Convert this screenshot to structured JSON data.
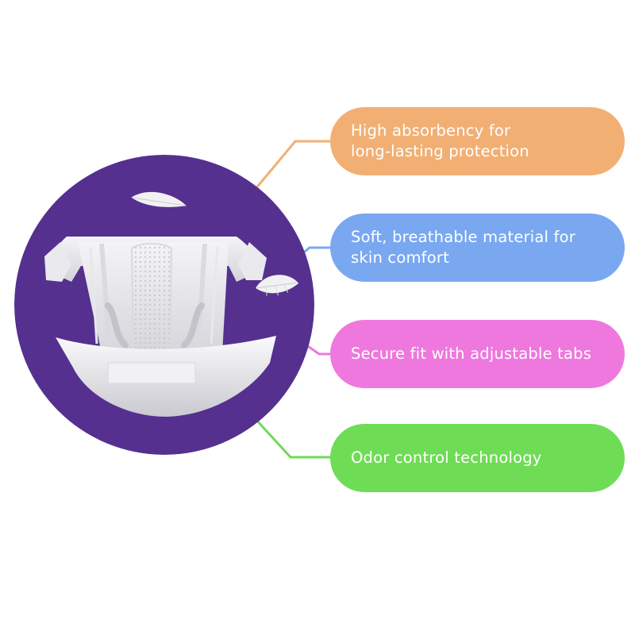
{
  "colors": {
    "circle_bg": "#55308f",
    "feature_1": "#f2af74",
    "feature_2": "#79a8f1",
    "feature_3": "#ee78dd",
    "feature_4": "#6fdc55"
  },
  "product": {
    "icon": "diaper-icon",
    "decorations": [
      "feather-icon",
      "feather-icon"
    ]
  },
  "features": [
    {
      "label": "High absorbency for\nlong-lasting protection",
      "color": "#f2af74"
    },
    {
      "label": "Soft, breathable material for\nskin comfort",
      "color": "#79a8f1"
    },
    {
      "label": "Secure fit with adjustable tabs",
      "color": "#ee78dd"
    },
    {
      "label": "Odor control technology",
      "color": "#6fdc55"
    }
  ]
}
